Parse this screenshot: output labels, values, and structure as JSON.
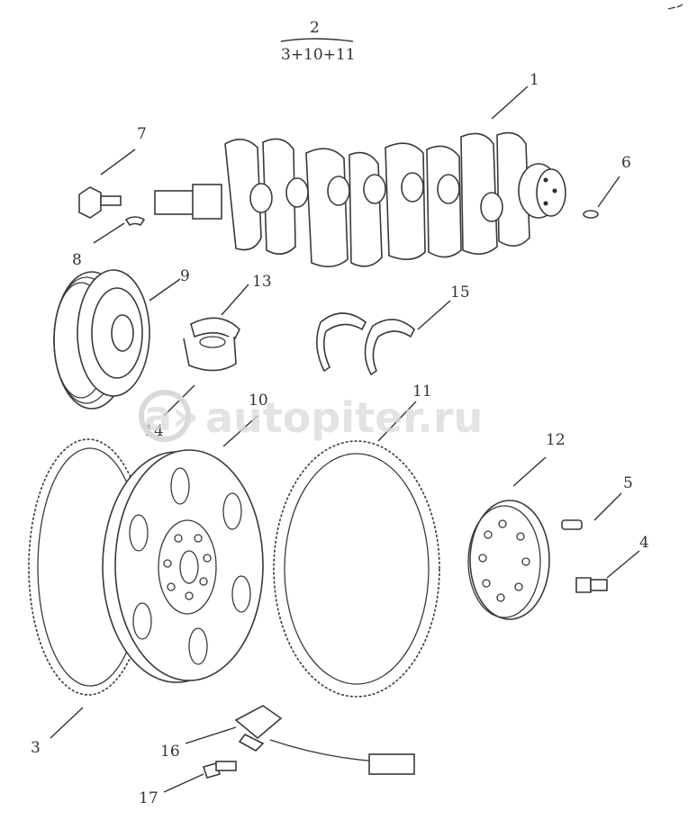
{
  "callouts": {
    "c1": "1",
    "c2": "2",
    "c2_sub": "3+10+11",
    "c3": "3",
    "c4": "4",
    "c5": "5",
    "c6": "6",
    "c7": "7",
    "c8": "8",
    "c9": "9",
    "c10": "10",
    "c11": "11",
    "c12": "12",
    "c13": "13",
    "c14": "14",
    "c15": "15",
    "c16": "16",
    "c17": "17"
  },
  "watermark": {
    "text": "autopiter.ru"
  },
  "colors": {
    "line": "#3a3a3a",
    "fill": "#ffffff",
    "watermark": "#d9d9d9"
  }
}
